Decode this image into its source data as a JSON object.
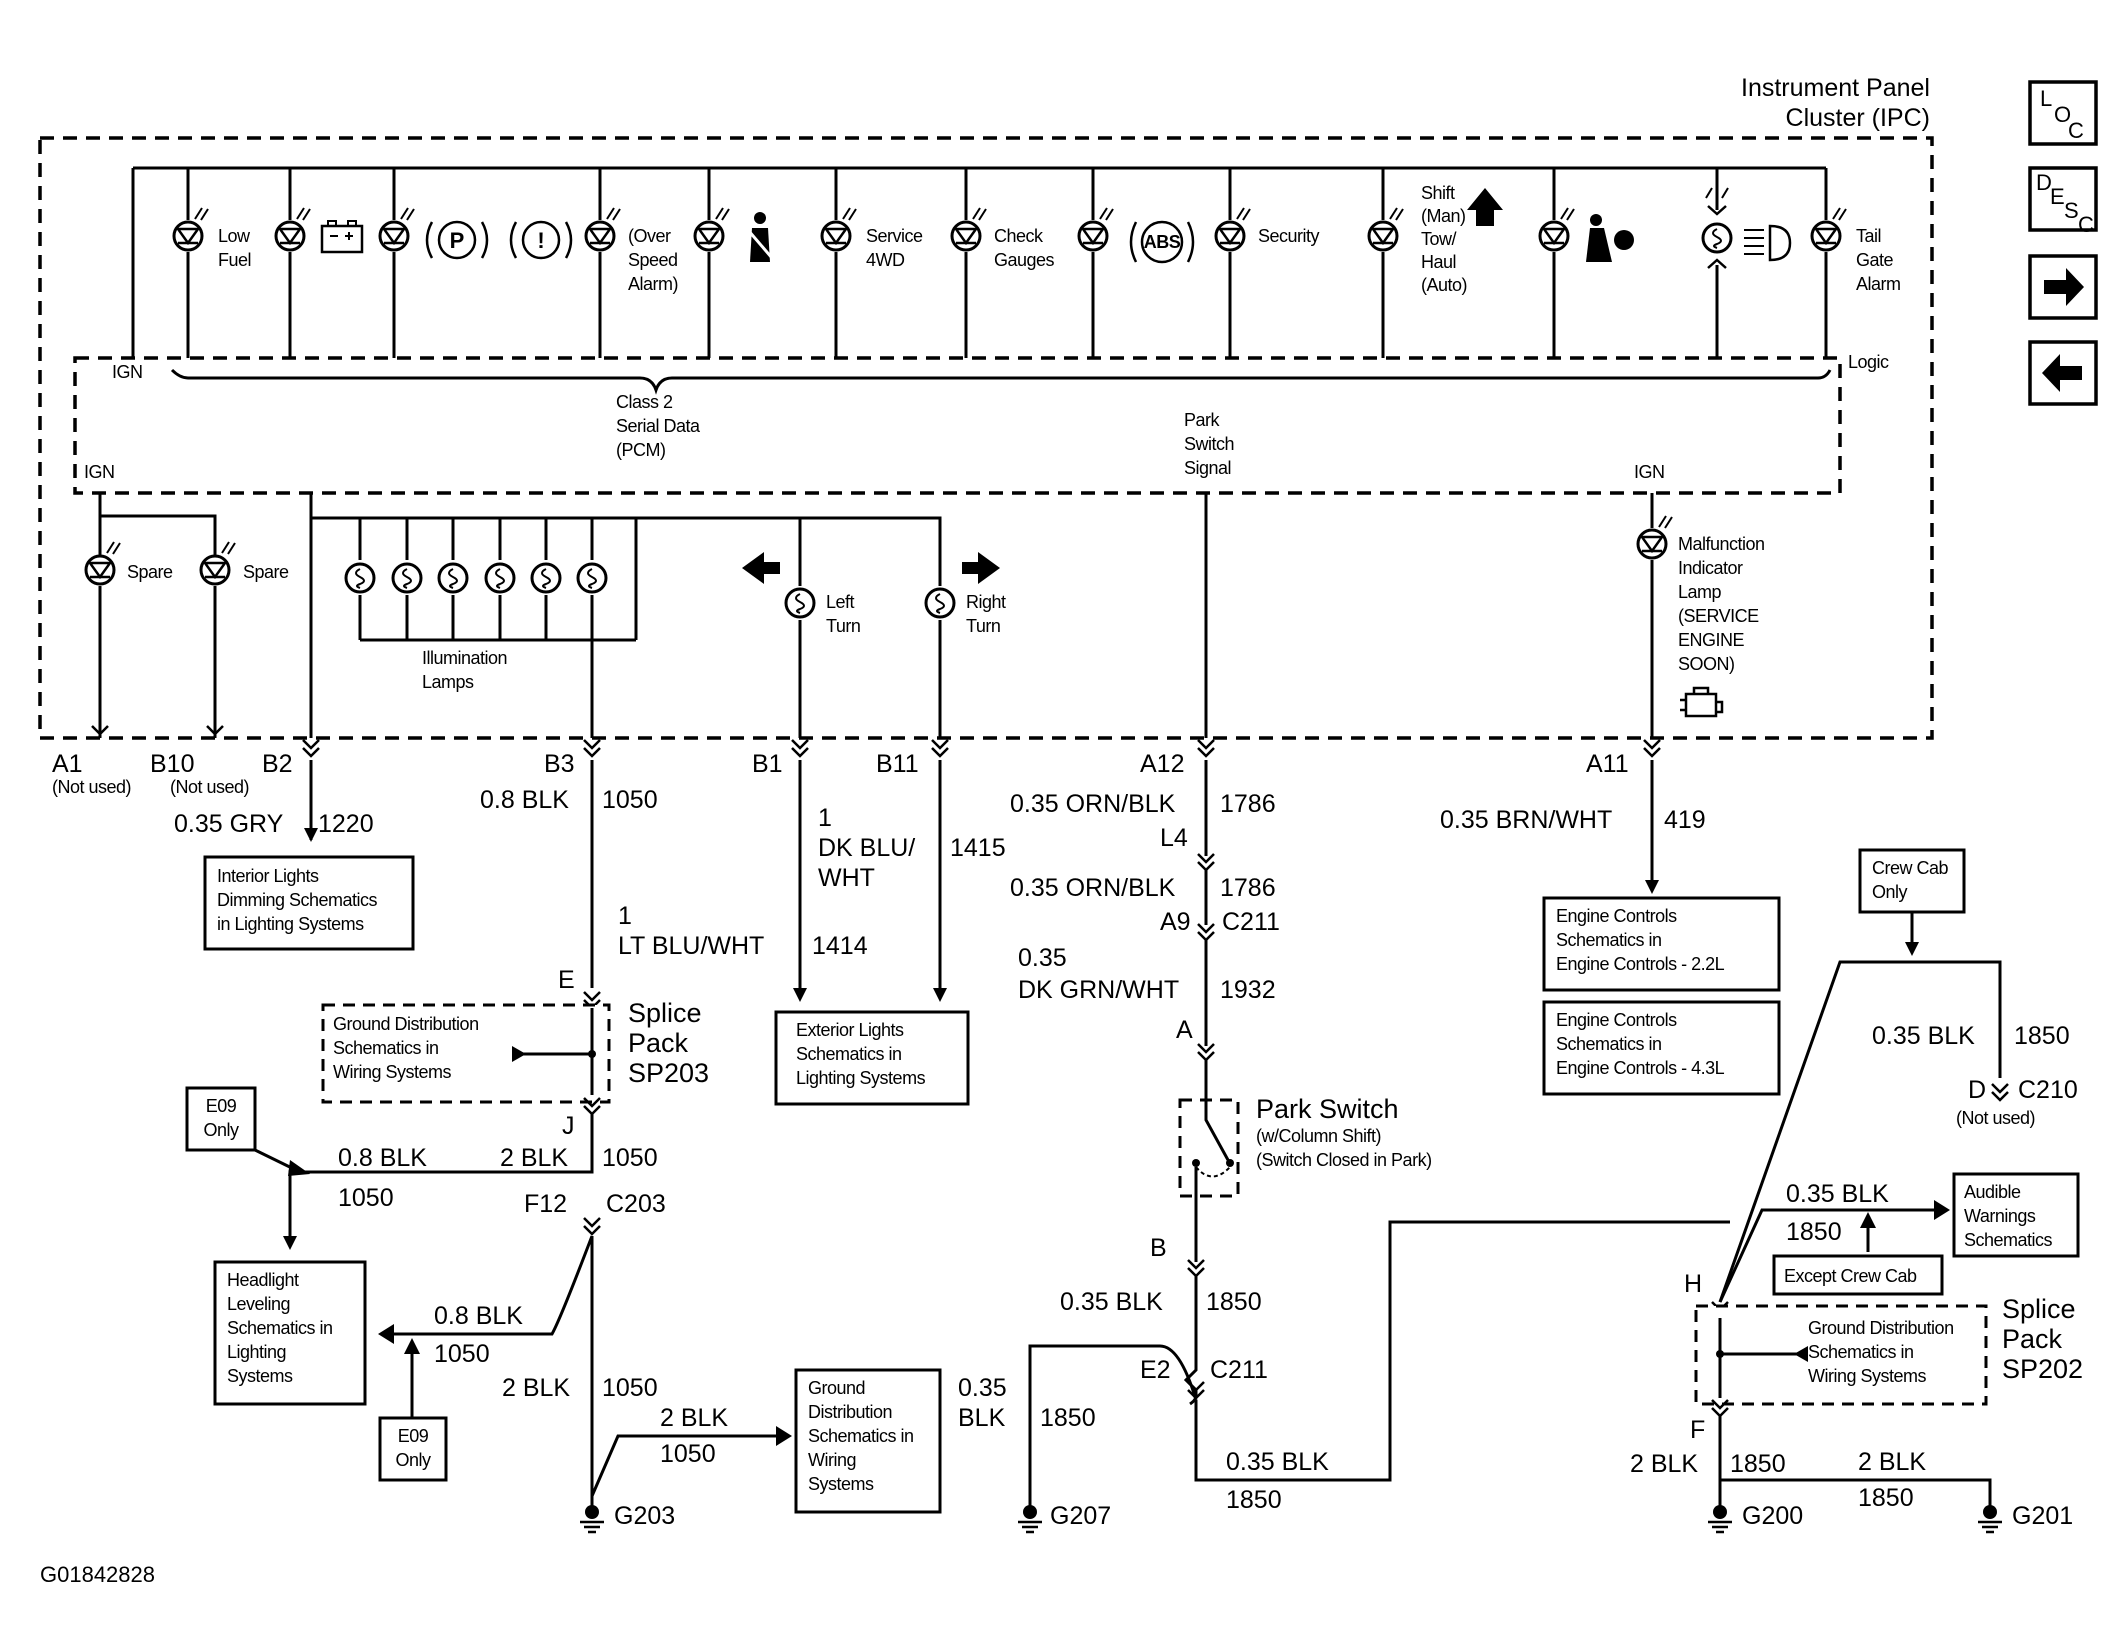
{
  "ipc": {
    "title_line1": "Instrument Panel",
    "title_line2": "Cluster (IPC)",
    "logic": "Logic",
    "ign_top": "IGN",
    "ign_left": "IGN",
    "ign_right": "IGN",
    "serial_data": [
      "Class 2",
      "Serial Data",
      "(PCM)"
    ],
    "park_signal": [
      "Park",
      "Switch",
      "Signal"
    ]
  },
  "lamps": {
    "low_fuel": [
      "Low",
      "Fuel"
    ],
    "over_speed": [
      "(Over",
      "Speed",
      "Alarm)"
    ],
    "service_4wd": [
      "Service",
      "4WD"
    ],
    "check_gauges": [
      "Check",
      "Gauges"
    ],
    "abs": "ABS",
    "security": "Security",
    "shift": [
      "Shift",
      "(Man)",
      "Tow/",
      "Haul",
      "(Auto)"
    ],
    "tail_gate": [
      "Tail",
      "Gate",
      "Alarm"
    ],
    "spare1": "Spare",
    "spare2": "Spare",
    "illum": [
      "Illumination",
      "Lamps"
    ],
    "left_turn": [
      "Left",
      "Turn"
    ],
    "right_turn": [
      "Right",
      "Turn"
    ],
    "mil": [
      "Malfunction",
      "Indicator",
      "Lamp",
      "(SERVICE",
      "ENGINE",
      "SOON)"
    ]
  },
  "pins": {
    "a1": "A1",
    "a1_note": "(Not used)",
    "b10": "B10",
    "b10_note": "(Not used)",
    "b2": "B2",
    "b3": "B3",
    "b1": "B1",
    "b11": "B11",
    "a12": "A12",
    "a11": "A11"
  },
  "wires": {
    "b2": {
      "color": "0.35 GRY",
      "circuit": "1220"
    },
    "b3": {
      "color": "0.8 BLK",
      "circuit": "1050"
    },
    "b1": {
      "gauge": "1",
      "color1": "DK BLU/",
      "color2": "WHT",
      "circuit": "1415"
    },
    "b11": {
      "gauge": "1",
      "color": "LT BLU/WHT",
      "circuit": "1414"
    },
    "a12": {
      "color": "0.35 ORN/BLK",
      "circuit": "1786"
    },
    "l4": "L4",
    "a12b": {
      "color": "0.35 ORN/BLK",
      "circuit": "1786"
    },
    "a9": "A9",
    "c211a": "C211",
    "park": {
      "gauge": "0.35",
      "color": "DK GRN/WHT",
      "circuit": "1932"
    },
    "pin_a": "A",
    "a11": {
      "color": "0.35 BRN/WHT",
      "circuit": "419"
    },
    "pin_e": "E",
    "pin_j": "J",
    "e09_08": {
      "color": "0.8 BLK",
      "circuit": "1050"
    },
    "j_2blk": {
      "color": "2 BLK",
      "circuit": "1050"
    },
    "f12": "F12",
    "c203": "C203",
    "hl_08": {
      "color": "0.8 BLK",
      "circuit": "1050"
    },
    "g203_2blk": {
      "color": "2 BLK",
      "circuit": "1050"
    },
    "gd_2blk": {
      "color": "2 BLK",
      "circuit": "1050"
    },
    "pin_b": "B",
    "b_035": {
      "color": "0.35 BLK",
      "circuit": "1850"
    },
    "e2": "E2",
    "c211b": "C211",
    "g207_035": {
      "gauge": "0.35",
      "color": "BLK",
      "circuit": "1850"
    },
    "bot_035": {
      "color": "0.35 BLK",
      "circuit": "1850"
    },
    "cc_035": {
      "color": "0.35 BLK",
      "circuit": "1850"
    },
    "pin_d": "D",
    "c210": "C210",
    "d_note": "(Not used)",
    "aud_035": {
      "color": "0.35 BLK",
      "circuit": "1850"
    },
    "pin_h": "H",
    "pin_f": "F",
    "f_2blk": {
      "color": "2 BLK",
      "circuit": "1850"
    },
    "g201_2blk": {
      "color": "2 BLK",
      "circuit": "1850"
    }
  },
  "boxes": {
    "interior": [
      "Interior Lights",
      "Dimming Schematics",
      "in Lighting Systems"
    ],
    "exterior": [
      "Exterior Lights",
      "Schematics in",
      "Lighting Systems"
    ],
    "eng22": [
      "Engine Controls",
      "Schematics in",
      "Engine Controls - 2.2L"
    ],
    "eng43": [
      "Engine Controls",
      "Schematics in",
      "Engine Controls - 4.3L"
    ],
    "crew": [
      "Crew Cab",
      "Only"
    ],
    "gd_sp203": [
      "Ground Distribution",
      "Schematics in",
      "Wiring Systems"
    ],
    "e09a": [
      "E09",
      "Only"
    ],
    "e09b": [
      "E09",
      "Only"
    ],
    "headlight": [
      "Headlight",
      "Leveling",
      "Schematics in",
      "Lighting",
      "Systems"
    ],
    "gd_mid": [
      "Ground",
      "Distribution",
      "Schematics in",
      "Wiring",
      "Systems"
    ],
    "audible": [
      "Audible",
      "Warnings",
      "Schematics"
    ],
    "except": "Except Crew Cab",
    "gd_sp202": [
      "Ground Distribution",
      "Schematics in",
      "Wiring Systems"
    ]
  },
  "splices": {
    "sp203": [
      "Splice",
      "Pack",
      "SP203"
    ],
    "sp202": [
      "Splice",
      "Pack",
      "SP202"
    ]
  },
  "park_switch": {
    "title": "Park Switch",
    "line2": "(w/Column Shift)",
    "line3": "(Switch Closed in Park)"
  },
  "grounds": {
    "g203": "G203",
    "g207": "G207",
    "g200": "G200",
    "g201": "G201"
  },
  "nav": {
    "loc": [
      "L",
      "O",
      "C"
    ],
    "desc": [
      "D",
      "E",
      "S",
      "C"
    ],
    "next_icon": "arrow-right-icon",
    "prev_icon": "arrow-left-icon"
  },
  "figure_id": "G01842828"
}
